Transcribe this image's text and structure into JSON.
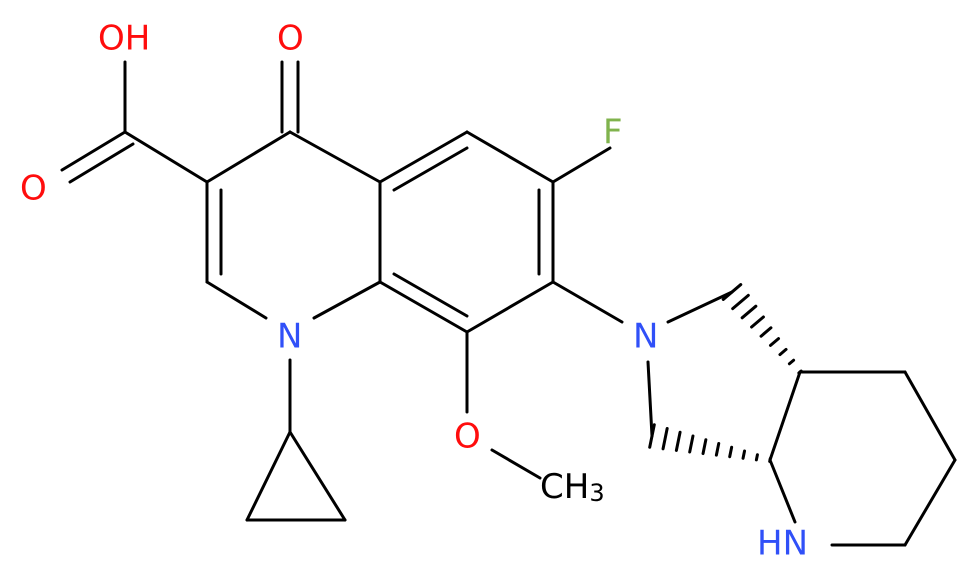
{
  "colors": {
    "bond": "#000000",
    "oxygen": "#ff0d0d",
    "nitrogen": "#3050f8",
    "fluorine": "#80b34d",
    "carbon_label": "#000000"
  },
  "atoms": {
    "hydroxyl": {
      "text": "OH",
      "element": "oxygen"
    },
    "carbonyl_oxygen_acid": {
      "text": "O",
      "element": "oxygen"
    },
    "ketone_oxygen": {
      "text": "O",
      "element": "oxygen"
    },
    "fluorine": {
      "text": "F",
      "element": "fluorine"
    },
    "quinolone_nitrogen": {
      "text": "N",
      "element": "nitrogen"
    },
    "pyrrolidine_nitrogen": {
      "text": "N",
      "element": "nitrogen"
    },
    "methoxy_oxygen": {
      "text": "O",
      "element": "oxygen"
    },
    "methyl": {
      "text": "CH",
      "subscript": "3",
      "element": "carbon_label"
    },
    "amine": {
      "text": "HN",
      "element": "nitrogen"
    }
  }
}
